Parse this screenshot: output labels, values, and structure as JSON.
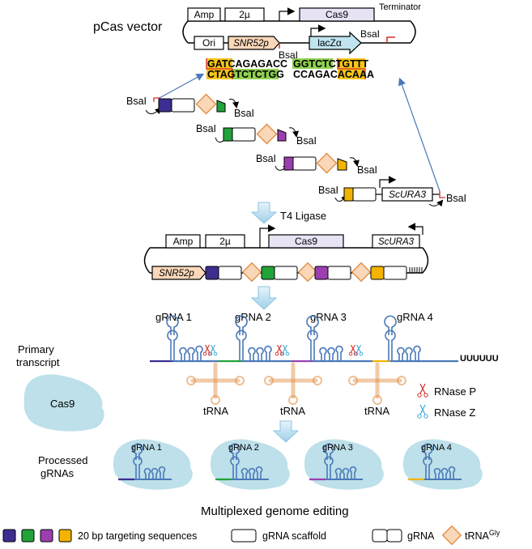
{
  "colors": {
    "spacer1": "#3b2e8f",
    "spacer2": "#22a33a",
    "spacer3": "#9b3fb0",
    "spacer4": "#f2b400",
    "trna": "#f9d7b8",
    "trna_stroke": "#e08a3c",
    "cas9_box": "#e8e2f5",
    "lacz": "#bfe3ef",
    "rna": "#4a79b8",
    "cas9_blob": "#bde0ea",
    "rnase_p": "#d62a2a",
    "rnase_z": "#39a8d6",
    "arrow": "#4a79b8"
  },
  "vector": {
    "title": "pCas vector",
    "amp": "Amp",
    "two_micron": "2µ",
    "cas9": "Cas9",
    "terminator": "Terminator",
    "ori": "Ori",
    "promoter": "SNR52p",
    "lacz": "lacZα",
    "bsai": "BsaI",
    "seq_left_top": "GATCAGAGACC",
    "seq_left_bottom": "CTAGTCTCTGG",
    "seq_right_top": "GGTCTCTGTTT",
    "seq_right_bottom": "CCAGACACAAA"
  },
  "fragments": {
    "bsai": "BsaI",
    "ura3": "ScURA3"
  },
  "ligase": "T4 Ligase",
  "assembled": {
    "amp": "Amp",
    "two_micron": "2µ",
    "cas9": "Cas9",
    "ura3": "ScURA3",
    "promoter": "SNR52p"
  },
  "transcript": {
    "grnas": [
      "gRNA 1",
      "gRNA 2",
      "gRNA 3",
      "gRNA 4"
    ],
    "primary": "Primary transcript",
    "primary_line1": "Primary",
    "primary_line2": "transcript",
    "polyu": "UUUUUU",
    "trna": "tRNA",
    "rnase_p": "RNase P",
    "rnase_z": "RNase Z",
    "cas9": "Cas9",
    "processed_line1": "Processed",
    "processed_line2": "gRNAs"
  },
  "editing_title": "Multiplexed genome editing",
  "legend": {
    "spacers": "20 bp targeting sequences",
    "scaffold": "gRNA scaffold",
    "grna": "gRNA",
    "trna": "tRNA",
    "trna_sup": "Gly"
  }
}
